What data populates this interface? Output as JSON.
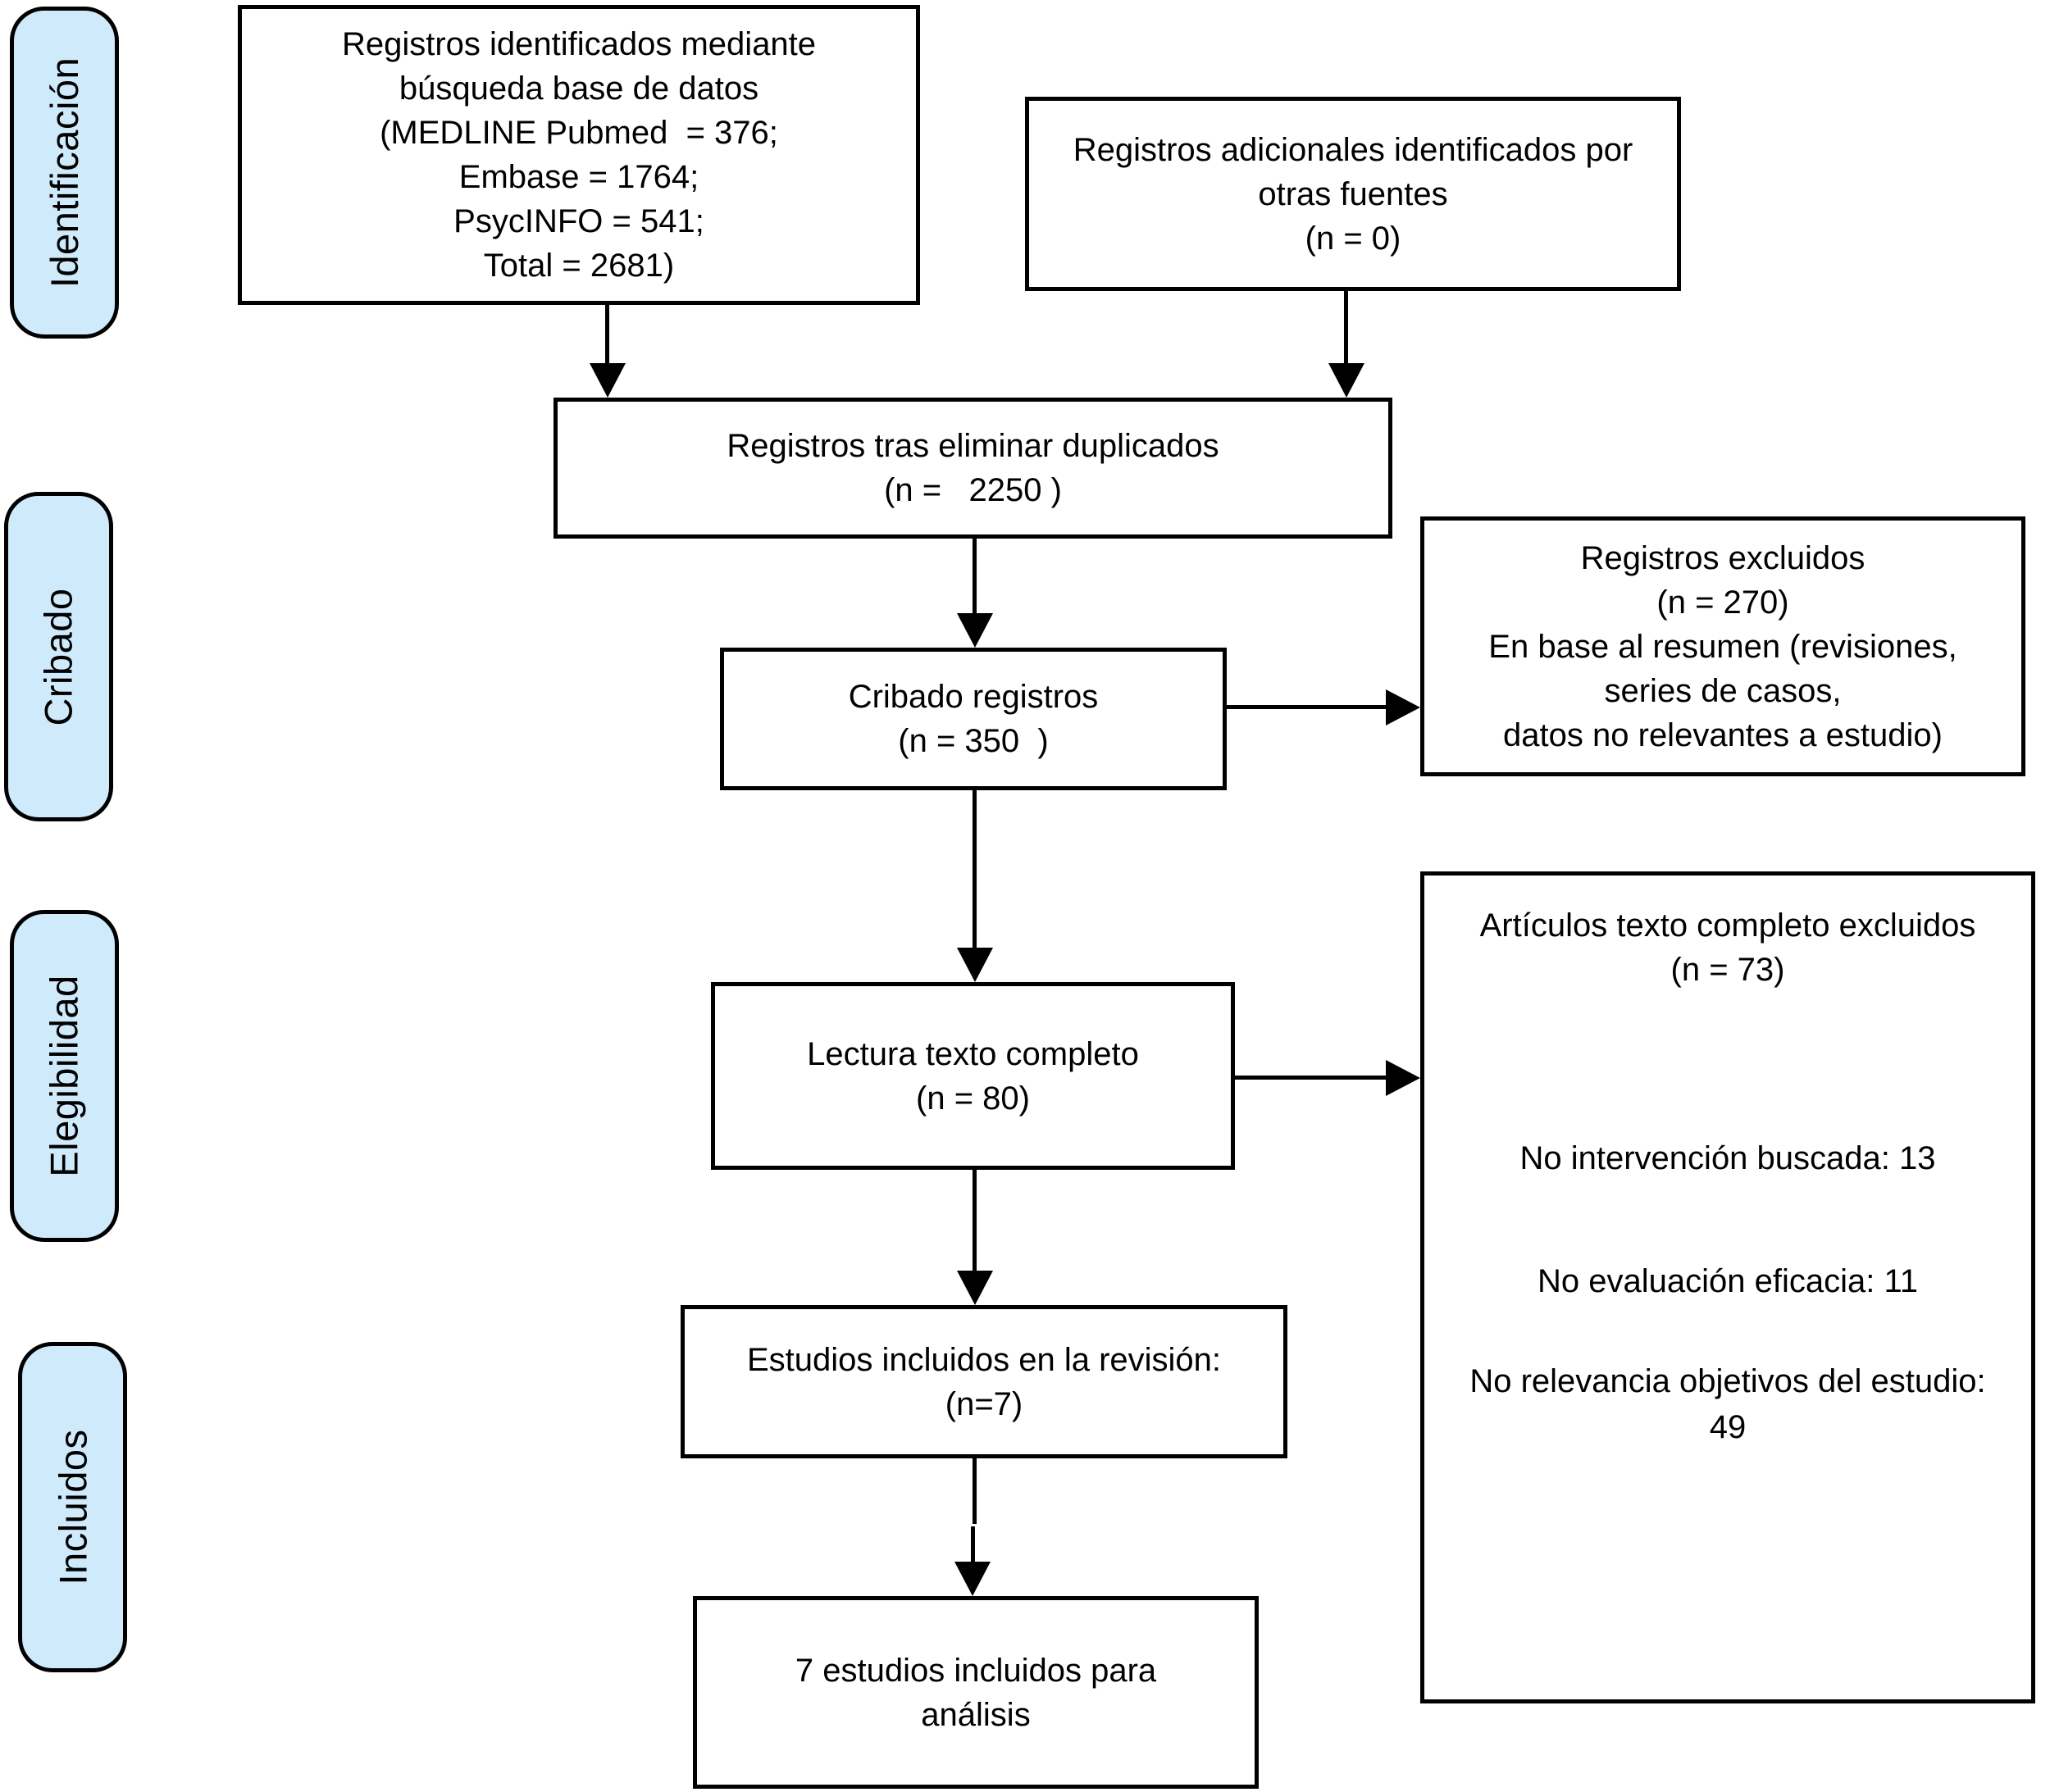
{
  "colors": {
    "stage_fill": "#cfeafa",
    "line": "#000000",
    "box_fill": "#ffffff"
  },
  "stages": [
    {
      "label": "Identificación"
    },
    {
      "label": "Cribado"
    },
    {
      "label": "Elegibilidad"
    },
    {
      "label": "Incluidos"
    }
  ],
  "boxes": {
    "identified": {
      "lines": [
        "Registros identificados mediante",
        "búsqueda base de datos",
        "(MEDLINE Pubmed  = 376;",
        "Embase = 1764;",
        "PsycINFO = 541;",
        "Total = 2681)"
      ]
    },
    "additional": {
      "lines": [
        "Registros adicionales identificados por",
        "otras fuentes",
        "(n = 0)"
      ]
    },
    "deduplicated": {
      "lines": [
        "Registros tras eliminar duplicados",
        "(n =   2250 )"
      ]
    },
    "screened": {
      "lines": [
        "Cribado registros",
        "(n = 350  )"
      ]
    },
    "records_excluded": {
      "lines": [
        "Registros excluidos",
        "(n = 270)",
        "En base al resumen (revisiones,",
        "series de casos,",
        "datos no relevantes a estudio)"
      ]
    },
    "fulltext": {
      "lines": [
        "Lectura texto completo",
        "(n = 80)"
      ]
    },
    "fulltext_excluded": {
      "title_lines": [
        "Artículos texto completo excluidos",
        "(n = 73)"
      ],
      "reasons": [
        "No intervención buscada: 13",
        "No evaluación eficacia: 11",
        "No relevancia objetivos del estudio:",
        "49"
      ]
    },
    "included_review": {
      "lines": [
        "Estudios incluidos en la revisión:",
        "(n=7)"
      ]
    },
    "included_analysis": {
      "lines": [
        "7 estudios incluidos para",
        "análisis"
      ]
    }
  }
}
